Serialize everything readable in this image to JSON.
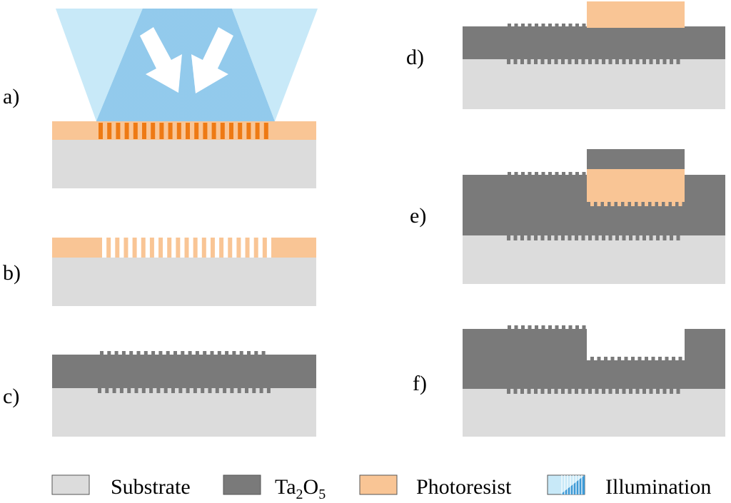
{
  "panels": {
    "a": {
      "label": "a)"
    },
    "b": {
      "label": "b)"
    },
    "c": {
      "label": "c)"
    },
    "d": {
      "label": "d)"
    },
    "e": {
      "label": "e)"
    },
    "f": {
      "label": "f)"
    }
  },
  "legend": {
    "substrate": {
      "label": "Substrate"
    },
    "ta2o5": {
      "label_main": "Ta",
      "label_sub1": "2",
      "label_mid": "O",
      "label_sub2": "5"
    },
    "photoresist": {
      "label": "Photoresist"
    },
    "illumination": {
      "label": "Illumination"
    }
  },
  "colors": {
    "substrate": "#dcdcdc",
    "ta2o5": "#7a7a7a",
    "photoresist": "#f9c595",
    "photoresist_exposed": "#ee7a14",
    "illumination_light": "#c8e9f8",
    "illumination_stripe": "#3d9ad6",
    "arrow": "#ffffff"
  }
}
